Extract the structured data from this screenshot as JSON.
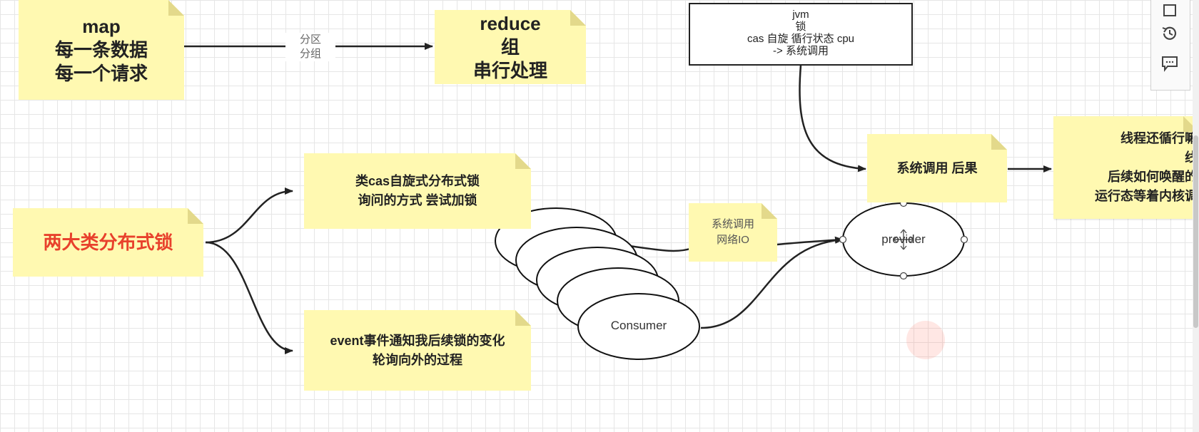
{
  "notes": {
    "map": [
      "map",
      "每一条数据",
      "每一个请求"
    ],
    "reduce": [
      "reduce",
      "组",
      "串行处理"
    ],
    "two_types": "两大类分布式锁",
    "cas_style": [
      "类cas自旋式分布式锁",
      "询问的方式  尝试加锁"
    ],
    "event_style": [
      "event事件通知我后续锁的变化",
      "轮询向外的过程"
    ],
    "syscall_result": "系统调用  后果",
    "thread_note": [
      "线程还循行嘛",
      "线",
      "后续如何唤醒的",
      "运行态等着内核调"
    ],
    "syscall_io": [
      "系统调用",
      "网络IO"
    ]
  },
  "edge_labels": {
    "map_to_reduce": [
      "分区",
      "分组"
    ]
  },
  "jvm_box": [
    "jvm",
    "锁",
    "cas 自旋  循行状态  cpu",
    "-> 系统调用"
  ],
  "ellipses": {
    "consumer": "Consumer",
    "provider": "provider"
  },
  "colors": {
    "note_bg": "#fff9b1",
    "accent_red": "#e8412c"
  },
  "toolbar": [
    "square-icon",
    "history-icon",
    "comment-icon"
  ]
}
